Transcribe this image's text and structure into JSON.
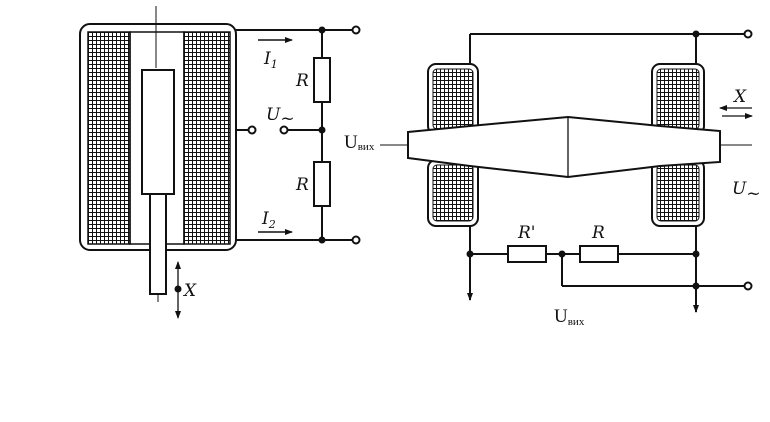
{
  "left_diagram": {
    "labels": {
      "current_1": "I",
      "current_1_sub": "1",
      "current_2": "I",
      "current_2_sub": "2",
      "resistor_top": "R",
      "resistor_bottom": "R",
      "supply": "U",
      "supply_sub": "~",
      "displacement": "X"
    }
  },
  "right_diagram": {
    "labels": {
      "output_voltage_center": "U",
      "output_voltage_center_sub": "вих",
      "output_voltage_bottom": "U",
      "output_voltage_bottom_sub": "вих",
      "resistor_left": "R'",
      "resistor_right": "R",
      "displacement": "X",
      "supply": "U",
      "supply_sub": "~"
    }
  },
  "colors": {
    "ink": "#111111",
    "background": "#ffffff"
  }
}
